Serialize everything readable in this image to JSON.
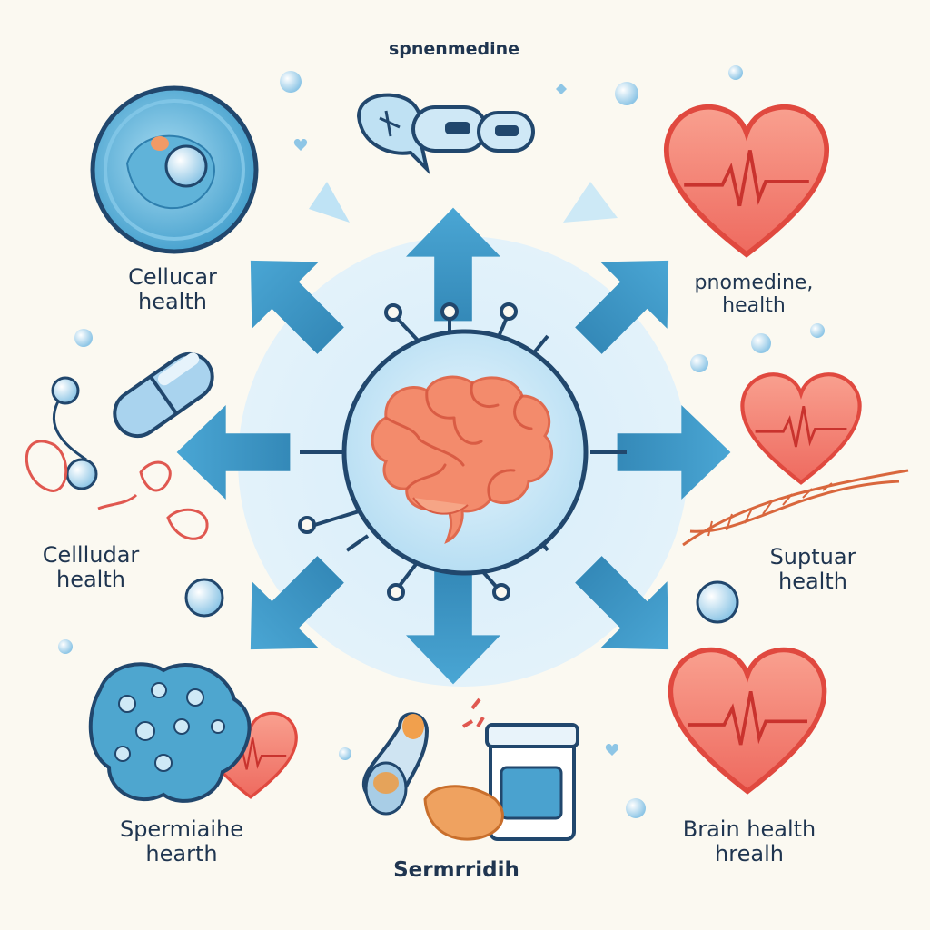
{
  "top_label": "spnenmedine",
  "labels": {
    "top_left": {
      "line1": "Cellucar",
      "line2": "health"
    },
    "top_right": {
      "line1": "pnomedine,",
      "line2": "health"
    },
    "mid_left": {
      "line1": "Cellludar",
      "line2": "health"
    },
    "mid_right": {
      "line1": "Suptuar",
      "line2": "health"
    },
    "bottom_left": {
      "line1": "Spermiaihe",
      "line2": "hearth"
    },
    "bottom_center": {
      "line1": "Sermrridih"
    },
    "bottom_right": {
      "line1": "Brain health",
      "line2": "hrealh"
    }
  },
  "colors": {
    "arrow": "#3e97c6",
    "halo": "#d9eef8",
    "heart": "#f26b62",
    "text": "#1f3550",
    "outline": "#21476d",
    "brain": "#f28a6b"
  }
}
